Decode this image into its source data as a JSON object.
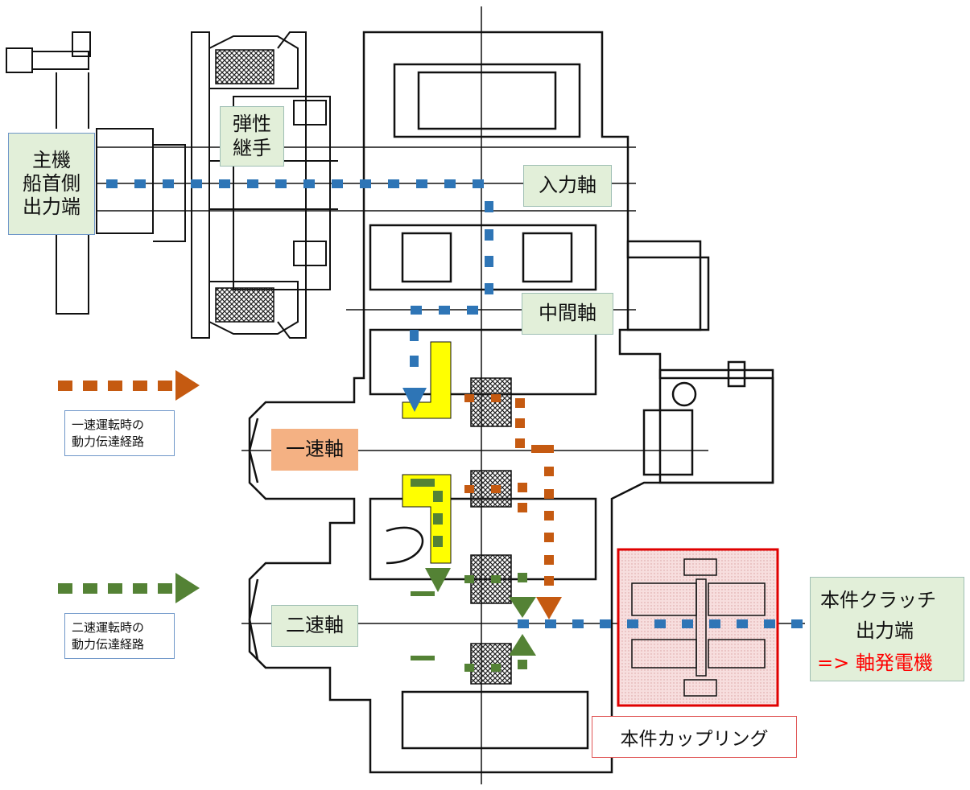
{
  "labels": {
    "main_engine": "主機\n船首側\n出力端",
    "elastic_coupling": "弾性\n継手",
    "input_shaft": "入力軸",
    "intermediate_shaft": "中間軸",
    "first_speed_shaft": "一速軸",
    "second_speed_shaft": "二速軸"
  },
  "legend": {
    "first_speed": "一速運転時の\n動力伝達経路",
    "second_speed": "二速運転時の\n動力伝達経路"
  },
  "clutch_output": {
    "line1": "本件クラッチ",
    "line2": "出力端",
    "line3": "=> 軸発電機"
  },
  "coupling_label": "本件カップリング",
  "colors": {
    "blue_path": "#2e75b6",
    "orange_path": "#c55a11",
    "green_path": "#548235",
    "highlight_yellow": "#ffff00",
    "label_green_bg": "#e2efd9",
    "orange_label_bg": "#f4b183",
    "coupling_red": "#e00000",
    "generator_text": "#ff0000"
  }
}
